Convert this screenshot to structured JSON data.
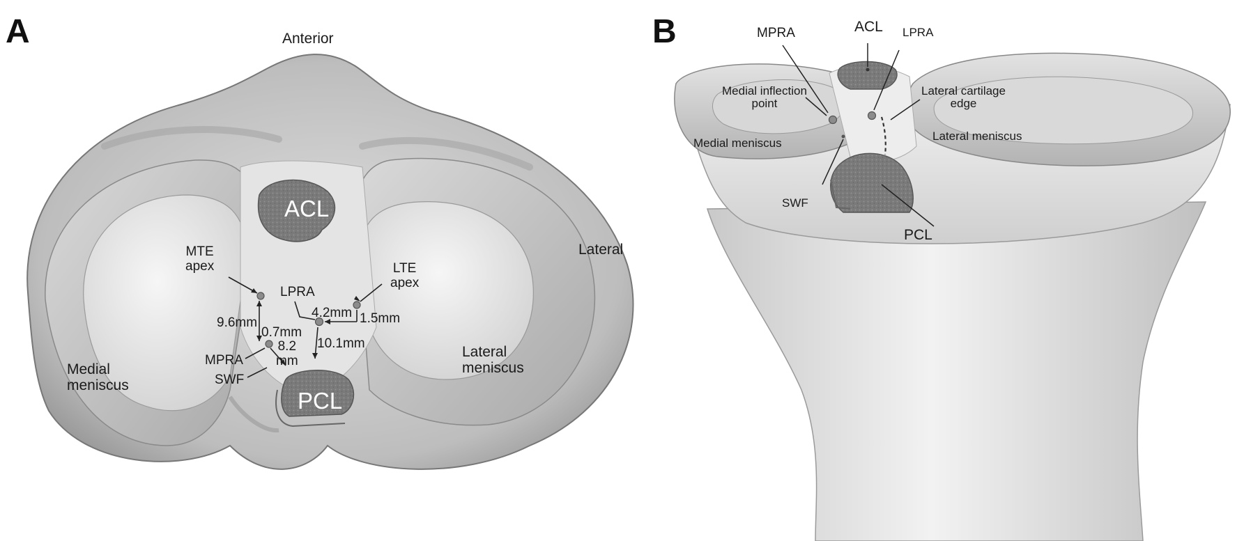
{
  "panel_a": {
    "letter": "A",
    "anterior": "Anterior",
    "lateral": "Lateral",
    "acl": "ACL",
    "pcl": "PCL",
    "mte_apex": "MTE\napex",
    "lte_apex": "LTE\napex",
    "lpra": "LPRA",
    "mpra": "MPRA",
    "swf": "SWF",
    "medial_meniscus": "Medial\nmeniscus",
    "lateral_meniscus": "Lateral\nmeniscus",
    "dist_9_6": "9.6mm",
    "dist_4_2": "4.2mm",
    "dist_1_5": "1.5mm",
    "dist_0_7": "0.7mm",
    "dist_8_2": "8.2\nmm",
    "dist_10_1": "10.1mm"
  },
  "panel_b": {
    "letter": "B",
    "mpra": "MPRA",
    "acl": "ACL",
    "lpra": "LPRA",
    "medial_inflection_point": "Medial inflection\npoint",
    "lateral_cartilage_edge": "Lateral cartilage\nedge",
    "medial_meniscus": "Medial meniscus",
    "lateral_meniscus": "Lateral meniscus",
    "swf": "SWF",
    "pcl": "PCL"
  },
  "colors": {
    "tissue_light": "#e8e8e8",
    "tissue_mid": "#c4c4c4",
    "tissue_dark": "#8a8a8a",
    "ligament": "#7d7d7d",
    "landmark_dot": "#8c8c8c"
  }
}
